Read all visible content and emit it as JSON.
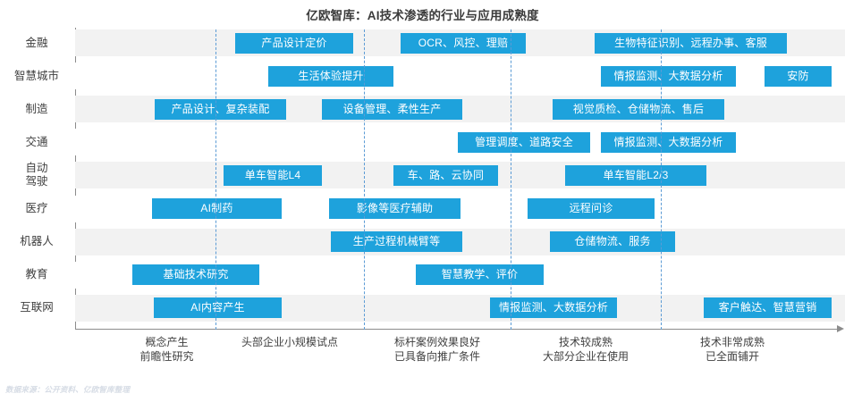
{
  "chart_data": {
    "type": "bar",
    "title": "亿欧智库：AI技术渗透的行业与应用成熟度",
    "xlabel": "",
    "ylabel": "",
    "grid": true,
    "legend_position": "none",
    "axis_note": "horizontal maturity-stage timeline; bars are positioned application labels, not numeric magnitudes",
    "x_stage_ticks": [
      "概念产生\n前瞻性研究",
      "头部企业小规模试点",
      "标杆案例效果良好\n已具备向推广条件",
      "技术较成熟\n大部分企业在使用",
      "技术非常成熟\n已全面铺开"
    ],
    "x_stage_positions": [
      132,
      241,
      407,
      571,
      739
    ],
    "gridline_positions": [
      241,
      407,
      571,
      739
    ],
    "categories": [
      "金融",
      "智慧城市",
      "制造",
      "交通",
      "自动\n驾驶",
      "医疗",
      "机器人",
      "教育",
      "互联网"
    ],
    "rows": [
      {
        "category": "金融",
        "bars": [
          {
            "label": "产品设计定价",
            "start": 263,
            "end": 395
          },
          {
            "label": "OCR、风控、理赔",
            "start": 448,
            "end": 588
          },
          {
            "label": "生物特征识别、远程办事、客服",
            "start": 665,
            "end": 880
          }
        ]
      },
      {
        "category": "智慧城市",
        "bars": [
          {
            "label": "生活体验提升",
            "start": 300,
            "end": 440
          },
          {
            "label": "情报监测、大数据分析",
            "start": 672,
            "end": 823
          },
          {
            "label": "安防",
            "start": 855,
            "end": 930
          }
        ]
      },
      {
        "category": "制造",
        "bars": [
          {
            "label": "产品设计、复杂装配",
            "start": 173,
            "end": 320
          },
          {
            "label": "设备管理、柔性生产",
            "start": 360,
            "end": 517
          },
          {
            "label": "视觉质检、仓储物流、售后",
            "start": 618,
            "end": 810
          }
        ]
      },
      {
        "category": "交通",
        "bars": [
          {
            "label": "管理调度、道路安全",
            "start": 512,
            "end": 660
          },
          {
            "label": "情报监测、大数据分析",
            "start": 672,
            "end": 823
          }
        ]
      },
      {
        "category": "自动驾驶",
        "bars": [
          {
            "label": "单车智能L4",
            "start": 250,
            "end": 360
          },
          {
            "label": "车、路、云协同",
            "start": 440,
            "end": 557
          },
          {
            "label": "单车智能L2/3",
            "start": 632,
            "end": 790
          }
        ]
      },
      {
        "category": "医疗",
        "bars": [
          {
            "label": "AI制药",
            "start": 170,
            "end": 315
          },
          {
            "label": "影像等医疗辅助",
            "start": 368,
            "end": 515
          },
          {
            "label": "远程问诊",
            "start": 590,
            "end": 732
          }
        ]
      },
      {
        "category": "机器人",
        "bars": [
          {
            "label": "生产过程机械臂等",
            "start": 370,
            "end": 517
          },
          {
            "label": "仓储物流、服务",
            "start": 615,
            "end": 755
          }
        ]
      },
      {
        "category": "教育",
        "bars": [
          {
            "label": "基础技术研究",
            "start": 148,
            "end": 290
          },
          {
            "label": "智慧教学、评价",
            "start": 465,
            "end": 608
          }
        ]
      },
      {
        "category": "互联网",
        "bars": [
          {
            "label": "AI内容产生",
            "start": 172,
            "end": 315
          },
          {
            "label": "情报监测、大数据分析",
            "start": 548,
            "end": 690
          },
          {
            "label": "客户触达、智慧营销",
            "start": 787,
            "end": 930
          }
        ]
      }
    ]
  },
  "footer": {
    "source_note": "数据来源：公开资料、亿欧智库整理"
  },
  "colors": {
    "bar": "#1ea2dc",
    "band": "#f2f2f2",
    "band_alt": "#ffffff",
    "gridline": "#5b9bd5",
    "axis": "#8c8c8c",
    "title_text": "#3b3b3b",
    "label_text": "#404040",
    "footer_text": "#d6dce5"
  }
}
